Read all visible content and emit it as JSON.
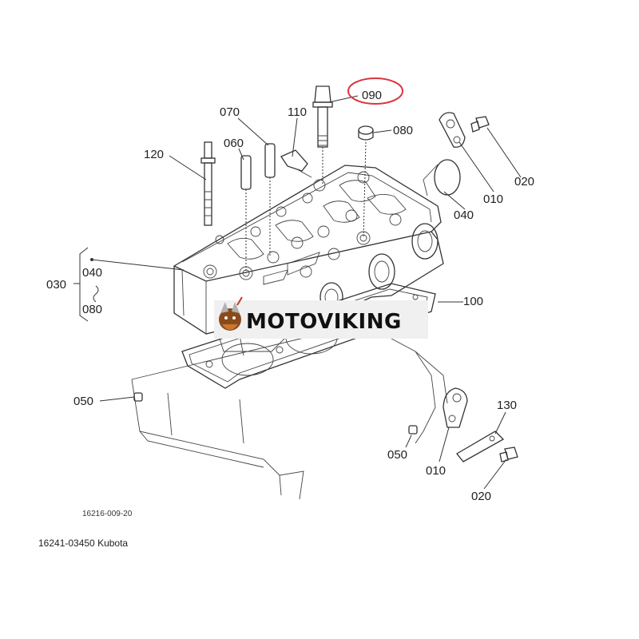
{
  "diagram": {
    "callouts": {
      "p010a": "010",
      "p010b": "010",
      "p020a": "020",
      "p020b": "020",
      "p030": "030",
      "p040a": "040",
      "p040b": "040",
      "p050a": "050",
      "p050b": "050",
      "p060": "060",
      "p070": "070",
      "p080a": "080",
      "p080b": "080",
      "p090": "090",
      "p100": "100",
      "p110": "110",
      "p120": "120",
      "p130": "130"
    },
    "drawing_number": "16216-009-20",
    "highlighted_part": "090",
    "highlight_color": "#d9363e"
  },
  "watermark": {
    "text": "MOTOVIKING"
  },
  "caption": "16241-03450 Kubota"
}
